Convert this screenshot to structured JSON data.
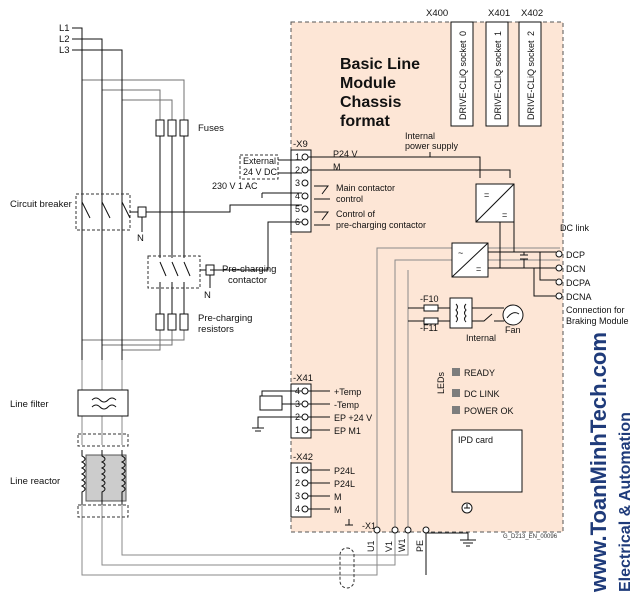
{
  "title_lines": [
    "Basic Line",
    "Module",
    "Chassis",
    "format"
  ],
  "phases": [
    "L1",
    "L2",
    "L3"
  ],
  "left_labels": {
    "fuses": "Fuses",
    "circuit_breaker": "Circuit breaker",
    "precharge_contactor": [
      "Pre-charging",
      "contactor"
    ],
    "precharge_resistors": [
      "Pre-charging",
      "resistors"
    ],
    "line_filter": "Line filter",
    "line_reactor": "Line reactor",
    "neutral": "N"
  },
  "sockets": [
    {
      "id": "X400",
      "text": "DRIVE-CLiQ socket",
      "num": "0"
    },
    {
      "id": "X401",
      "text": "DRIVE-CLiQ socket",
      "num": "1"
    },
    {
      "id": "X402",
      "text": "DRIVE-CLiQ socket",
      "num": "2"
    }
  ],
  "x9": {
    "name": "-X9",
    "external": [
      "External",
      "24 V DC"
    ],
    "ac_label": "230 V 1 AC",
    "pins": [
      "1",
      "2",
      "3",
      "4",
      "5",
      "6"
    ],
    "p24": "P24 V",
    "m": "M",
    "main_contactor": [
      "Main contactor",
      "control"
    ],
    "precharge_control": [
      "Control of",
      "pre-charging contactor"
    ],
    "internal_supply": [
      "Internal",
      "power supply"
    ]
  },
  "dc": {
    "link_label": "DC link",
    "dcp": "DCP",
    "dcn": "DCN",
    "dcpa": "DCPA",
    "dcna": "DCNA",
    "braking": [
      "Connection for",
      "Braking Module"
    ]
  },
  "fan": {
    "f10": "-F10",
    "f11": "-F11",
    "internal": "Internal",
    "fan": "Fan"
  },
  "x41": {
    "name": "-X41",
    "pins": [
      "4",
      "3",
      "2",
      "1"
    ],
    "labels": [
      "+Temp",
      "-Temp",
      "EP +24 V",
      "EP M1"
    ]
  },
  "x42": {
    "name": "-X42",
    "pins": [
      "1",
      "2",
      "3",
      "4"
    ],
    "labels": [
      "P24L",
      "P24L",
      "M",
      "M"
    ]
  },
  "leds": {
    "title": "LEDs",
    "items": [
      "READY",
      "DC LINK",
      "POWER OK"
    ]
  },
  "ipd_card": "IPD card",
  "x1": {
    "name": "-X1",
    "terminals": [
      "U1",
      "V1",
      "W1",
      "PE"
    ]
  },
  "drawing_id": "G_D213_EN_00096",
  "watermark": {
    "line1": "www.ToanMinhTech.com",
    "line2": "Electrical & Automation"
  },
  "colors": {
    "module_fill": "#fde6d6",
    "led": "#7d7d7d",
    "watermark": "#1f3b7a"
  }
}
